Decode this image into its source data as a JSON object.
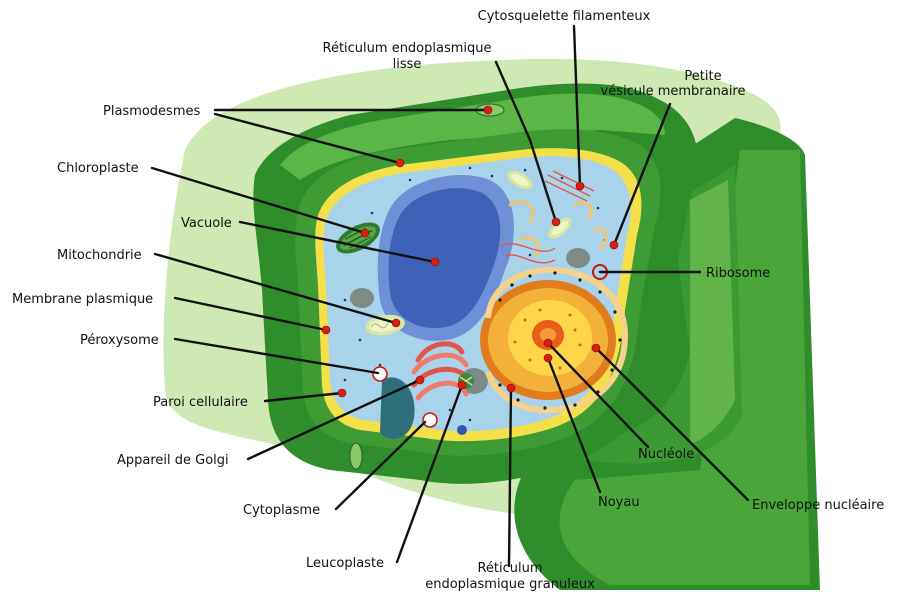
{
  "colors": {
    "background": "#ffffff",
    "halo": "#cfe9b4",
    "wall_dark": "#2f8d2c",
    "wall_mid": "#4eae3c",
    "wall_light": "#7bc75a",
    "membrane": "#f4e14a",
    "cytoplasm": "#a9d3ea",
    "vacuole": "#3f62b8",
    "nucleus_outer": "#f0a42a",
    "nucleus_inner": "#ffd64a",
    "nucleolus": "#e85e17",
    "label_dot": "#d91f12",
    "leader_line": "#111111"
  },
  "labels": {
    "plasmodesmes": "Plasmodesmes",
    "chloroplaste": "Chloroplaste",
    "vacuole": "Vacuole",
    "mitochondrie": "Mitochondrie",
    "membrane_plasmique": "Membrane plasmique",
    "peroxysome": "Péroxysome",
    "paroi_cellulaire": "Paroi cellulaire",
    "appareil_de_golgi": "Appareil de Golgi",
    "cytoplasme": "Cytoplasme",
    "leucoplaste": "Leucoplaste",
    "reticulum_granuleux_1": "Réticulum",
    "reticulum_granuleux_2": "endoplasmique granuleux",
    "noyau": "Noyau",
    "nucleole": "Nucléole",
    "enveloppe_nucleaire": "Enveloppe nucléaire",
    "ribosome": "Ribosome",
    "petite_vesicule_1": "Petite",
    "petite_vesicule_2": "vésicule membranaire",
    "cytosquelette": "Cytosquelette filamenteux",
    "reticulum_lisse_1": "Réticulum endoplasmique",
    "reticulum_lisse_2": "lisse"
  }
}
